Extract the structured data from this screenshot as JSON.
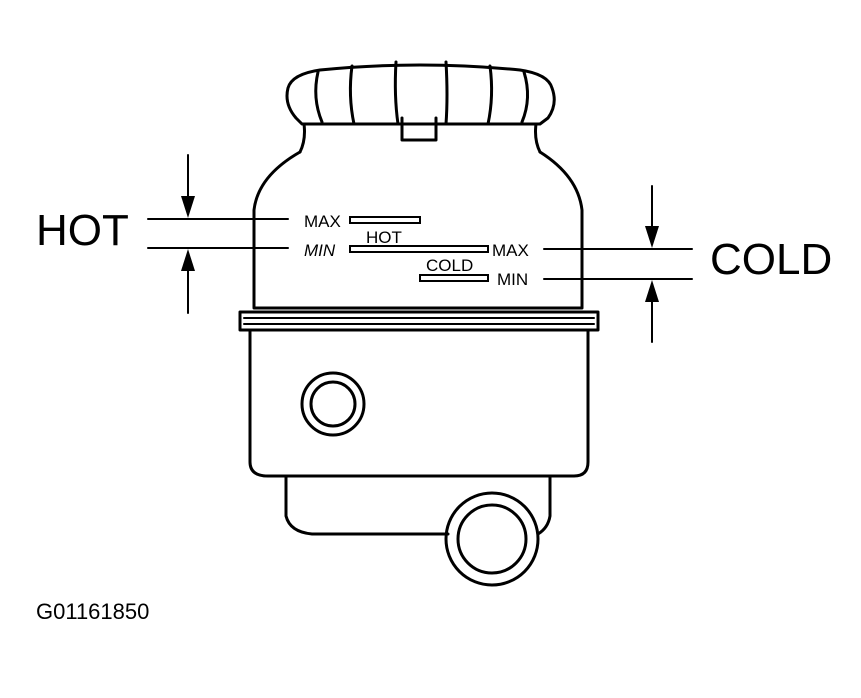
{
  "labels": {
    "hot": "HOT",
    "cold": "COLD",
    "hot_max": "MAX",
    "hot_min": "MIN",
    "hot_tag": "HOT",
    "cold_max": "MAX",
    "cold_min": "MIN",
    "cold_tag": "COLD"
  },
  "figure_id": "G01161850",
  "colors": {
    "ink": "#000000",
    "paper": "#ffffff"
  }
}
